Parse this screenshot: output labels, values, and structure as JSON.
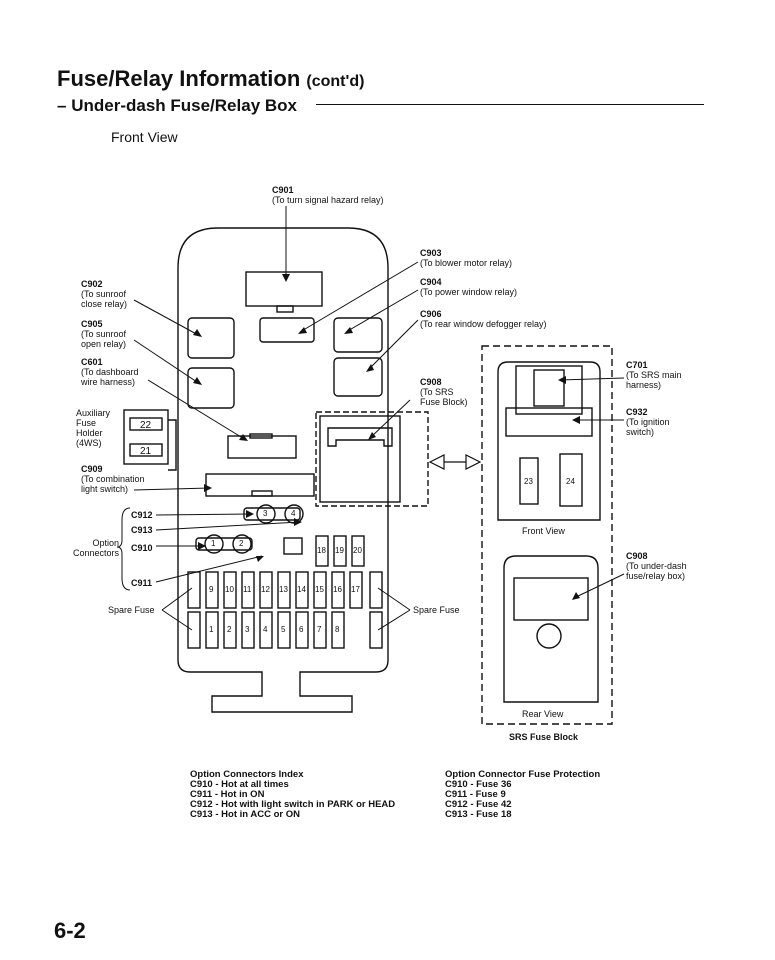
{
  "header": {
    "title": "Fuse/Relay Information",
    "title_suffix": "(cont'd)",
    "subtitle_dash": "–",
    "subtitle": "Under-dash Fuse/Relay Box",
    "view_label": "Front View"
  },
  "callouts": {
    "c901": {
      "code": "C901",
      "desc": "(To turn signal hazard relay)"
    },
    "c903": {
      "code": "C903",
      "desc": "(To blower motor relay)"
    },
    "c904": {
      "code": "C904",
      "desc": "(To power window relay)"
    },
    "c906": {
      "code": "C906",
      "desc": "(To rear window defogger relay)"
    },
    "c908": {
      "code": "C908",
      "desc": "(To SRS\nFuse Block)"
    },
    "c902": {
      "code": "C902",
      "desc": "(To sunroof\nclose relay)"
    },
    "c905": {
      "code": "C905",
      "desc": "(To sunroof\nopen relay)"
    },
    "c601": {
      "code": "C601",
      "desc": "(To dashboard\nwire harness)"
    },
    "aux": {
      "text": "Auxiliary\nFuse\nHolder\n(4WS)"
    },
    "c909": {
      "code": "C909",
      "desc": "(To combination\nlight switch)"
    },
    "c912": {
      "code": "C912"
    },
    "c913": {
      "code": "C913"
    },
    "c910": {
      "code": "C910"
    },
    "c911": {
      "code": "C911"
    },
    "option_connectors": "Option\nConnectors",
    "spare_left": "Spare Fuse",
    "spare_right": "Spare Fuse",
    "c701": {
      "code": "C701",
      "desc": "(To SRS main\nharness)"
    },
    "c932": {
      "code": "C932",
      "desc": "(To ignition\nswitch)"
    },
    "c908b": {
      "code": "C908",
      "desc": "(To under-dash\nfuse/relay box)"
    },
    "srs_front_view": "Front View",
    "srs_rear_view": "Rear View",
    "srs_block": "SRS Fuse Block"
  },
  "fuses": {
    "aux": [
      "22",
      "21"
    ],
    "row_top": [
      "18",
      "19",
      "20"
    ],
    "row_mid": [
      "9",
      "10",
      "11",
      "12",
      "13",
      "14",
      "15",
      "16",
      "17"
    ],
    "row_bot": [
      "1",
      "2",
      "3",
      "4",
      "5",
      "6",
      "7",
      "8"
    ],
    "srs": [
      "23",
      "24"
    ],
    "connectors": [
      "3",
      "4",
      "1",
      "2"
    ]
  },
  "index": {
    "title": "Option Connectors Index",
    "items": [
      "C910 - Hot at all times",
      "C911 - Hot in ON",
      "C912 - Hot with light switch in PARK or HEAD",
      "C913 - Hot in ACC or ON"
    ]
  },
  "protection": {
    "title": "Option Connector Fuse Protection",
    "items": [
      "C910 - Fuse 36",
      "C911 - Fuse 9",
      "C912 - Fuse 42",
      "C913 - Fuse 18"
    ]
  },
  "page_number": "6-2"
}
